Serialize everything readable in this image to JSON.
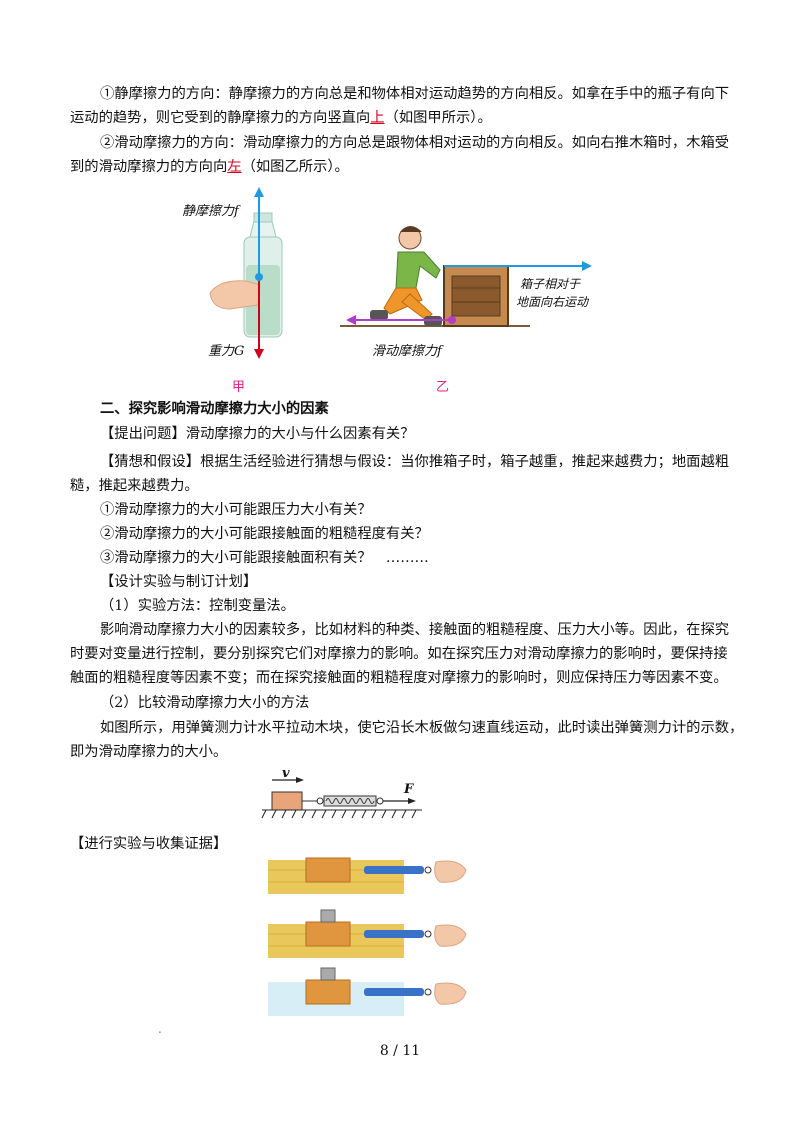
{
  "paragraphs": {
    "static_dir_a": "①静摩擦力的方向：静摩擦力的方向总是和物体相对运动趋势的方向相反。如拿在手中的瓶子有向下",
    "static_dir_b1": "运动的趋势，则它受到的静摩擦力的方向竖直向",
    "static_dir_blank": "上",
    "static_dir_b2": "（如图甲所示）。",
    "sliding_dir_a": "②滑动摩擦力的方向：滑动摩擦力的方向总是跟物体相对运动的方向相反。如向右推木箱时，木箱受",
    "sliding_dir_b1": "到的滑动摩擦力的方向向",
    "sliding_dir_blank": "左",
    "sliding_dir_b2": "（如图乙所示）。",
    "section_title": "二、探究影响滑动摩擦力大小的因素",
    "question": "【提出问题】滑动摩擦力的大小与什么因素有关？",
    "guess_a": "【猜想和假设】根据生活经验进行猜想与假设：当你推箱子时，箱子越重，推起来越费力；地面越粗",
    "guess_b": "糙，推起来越费力。",
    "guess_1": "①滑动摩擦力的大小可能跟压力大小有关？",
    "guess_2": "②滑动摩擦力的大小可能跟接触面的粗糙程度有关？",
    "guess_3": "③滑动摩擦力的大小可能跟接触面积有关？　………",
    "design": "【设计实验与制订计划】",
    "method_1": "（1）实验方法：控制变量法。",
    "method_text_a": "影响滑动摩擦力大小的因素较多，比如材料的种类、接触面的粗糙程度、压力大小等。因此，在探究",
    "method_text_b": "时要对变量进行控制，要分别探究它们对摩擦力的影响。如在探究压力对滑动摩擦力的影响时，要保持接",
    "method_text_c": "触面的粗糙程度等因素不变；而在探究接触面的粗糙程度对摩擦力的影响时，则应保持压力等因素不变。",
    "method_2": "（2）比较滑动摩擦力大小的方法",
    "compare_a": "如图所示，用弹簧测力计水平拉动木块，使它沿长木板做匀速直线运动，此时读出弹簧测力计的示数，",
    "compare_b": "即为滑动摩擦力的大小。",
    "experiment": "【进行实验与收集证据】"
  },
  "figure_bottle": {
    "static_label": "静摩擦力f",
    "gravity_label": "重力G",
    "caption": "甲"
  },
  "figure_box": {
    "motion_label_1": "箱子相对于",
    "motion_label_2": "地面向右运动",
    "friction_label": "滑动摩擦力f",
    "caption": "乙"
  },
  "figure_spring": {
    "v_label": "v",
    "f_label": "F"
  },
  "footer": {
    "page": "8 / 11",
    "dot": "."
  },
  "colors": {
    "arrow_blue": "#1e9be0",
    "arrow_red": "#d0021b",
    "arrow_purple": "#b03cc8",
    "caption": "#e0218a"
  }
}
